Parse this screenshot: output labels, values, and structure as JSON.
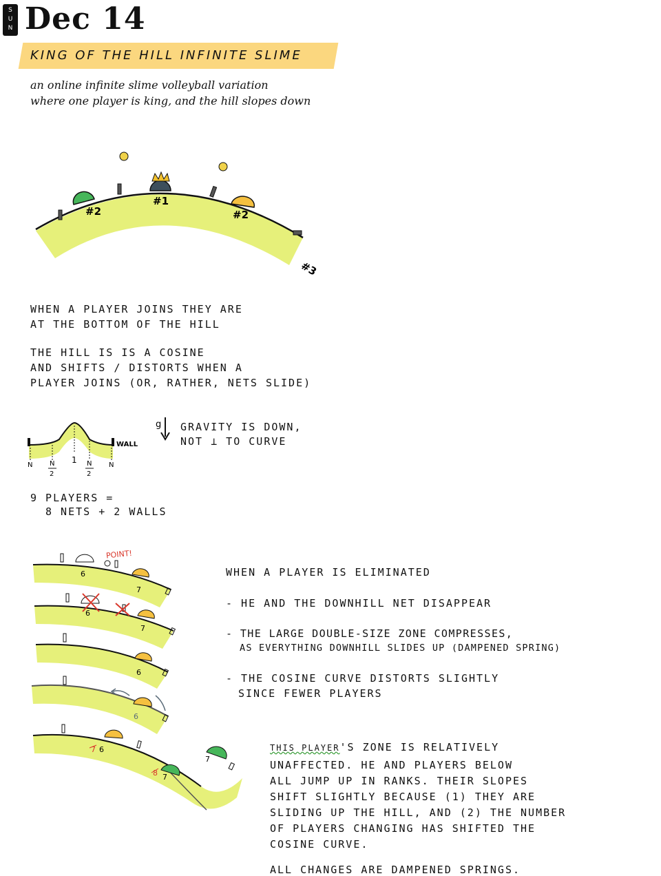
{
  "header": {
    "day_letters": [
      "S",
      "U",
      "N"
    ],
    "date": "Dec 14",
    "title": "KING OF THE HILL INFINITE SLIME"
  },
  "intro": [
    "an online infinite slime volleyball variation",
    "where one player is king, and the hill slopes down"
  ],
  "hill": {
    "labels": [
      "#2",
      "#1",
      "#2",
      "#3"
    ]
  },
  "rules": {
    "join": [
      "WHEN A PLAYER JOINS THEY ARE",
      "AT THE BOTTOM OF THE HILL"
    ],
    "cosine": [
      "THE HILL IS IS A COSINE",
      "AND SHIFTS / DISTORTS WHEN A",
      "PLAYER JOINS (OR, RATHER, NETS SLIDE)"
    ]
  },
  "cosine_diagram": {
    "wall_label": "WALL",
    "fraction_labels": [
      "N",
      "N",
      "1",
      "N",
      "N"
    ],
    "denominators": [
      "2",
      "2"
    ],
    "g_label": "g",
    "gravity": [
      "GRAVITY IS DOWN,",
      "NOT ⊥ TO CURVE"
    ]
  },
  "players": [
    "9 PLAYERS =",
    "8 NETS + 2 WALLS"
  ],
  "elimination": {
    "point_label": "POINT!",
    "numbers": [
      "6",
      "7",
      "6",
      "7",
      "6",
      "6",
      "6",
      "7",
      "7"
    ],
    "crossed_numbers": [
      "7",
      "8"
    ],
    "text": [
      "WHEN A PLAYER IS ELIMINATED",
      "- HE AND THE DOWNHILL NET DISAPPEAR",
      "- THE LARGE DOUBLE-SIZE ZONE COMPRESSES,",
      "AS EVERYTHING DOWNHILL SLIDES UP (DAMPENED SPRING)",
      "- THE COSINE CURVE DISTORTS SLIGHTLY",
      "SINCE FEWER PLAYERS"
    ]
  },
  "conclusion": {
    "highlight": "THIS PLAYER",
    "suffix": "'S ZONE IS RELATIVELY",
    "lines": [
      "UNAFFECTED. HE AND PLAYERS BELOW",
      "ALL JUMP UP IN RANKS. THEIR SLOPES",
      "SHIFT SLIGHTLY BECAUSE (1) THEY ARE",
      "SLIDING UP THE HILL, AND (2) THE NUMBER",
      "OF PLAYERS CHANGING HAS SHIFTED THE",
      "COSINE CURVE."
    ],
    "final": "ALL CHANGES ARE DAMPENED SPRINGS."
  },
  "colors": {
    "hill": "#e6f07a",
    "banner": "#fbd77f",
    "slime_green": "#46b65a",
    "slime_yellow": "#f5c040",
    "king_slime": "#3d4f5c",
    "crown": "#f3c12c",
    "cross_red": "#d9372b"
  }
}
